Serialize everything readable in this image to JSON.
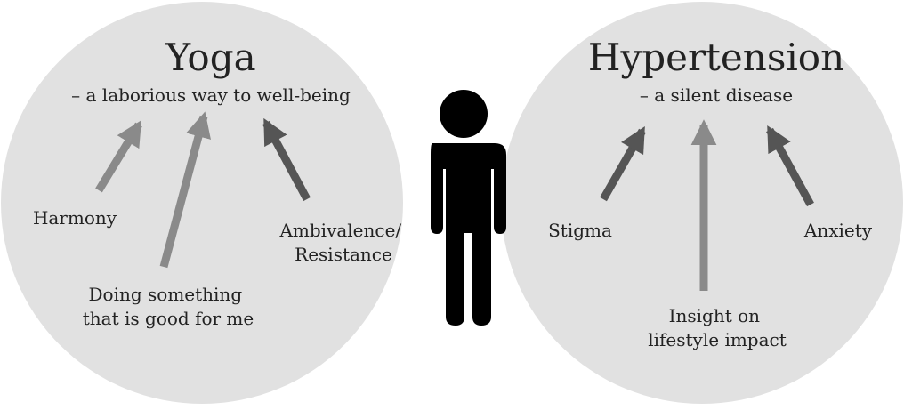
{
  "colors": {
    "background": "#ffffff",
    "circle_fill": "#e1e1e1",
    "arrow_light": "#8a8a8a",
    "arrow_dark": "#555555",
    "person": "#000000",
    "text": "#222222"
  },
  "left": {
    "title": "Yoga",
    "subtitle": "– a laborious way to well-being",
    "factors": [
      {
        "lines": [
          "Harmony"
        ],
        "arrow_shade": "light"
      },
      {
        "lines": [
          "Doing something",
          "that is good for me"
        ],
        "arrow_shade": "light"
      },
      {
        "lines": [
          "Ambivalence/",
          "Resistance"
        ],
        "arrow_shade": "dark"
      }
    ]
  },
  "center": {
    "icon": "person-icon"
  },
  "right": {
    "title": "Hypertension",
    "subtitle": "– a silent disease",
    "factors": [
      {
        "lines": [
          "Stigma"
        ],
        "arrow_shade": "dark"
      },
      {
        "lines": [
          "Insight on",
          "lifestyle impact"
        ],
        "arrow_shade": "light"
      },
      {
        "lines": [
          "Anxiety"
        ],
        "arrow_shade": "dark"
      }
    ]
  }
}
